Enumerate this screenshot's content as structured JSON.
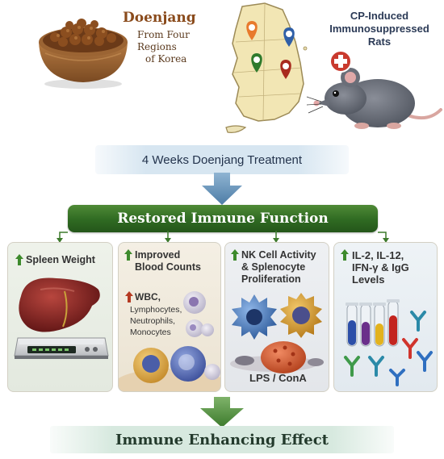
{
  "top": {
    "doenjang_title": "Doenjang",
    "doenjang_sub_line1": "From Four Regions",
    "doenjang_sub_line2": "of Korea",
    "rat_title_line1": "CP-Induced",
    "rat_title_line2": "Immunosuppressed",
    "rat_title_line3": "Rats"
  },
  "treatment_label": "4 Weeks Doenjang Treatment",
  "restored_label": "Restored Immune Function",
  "panels": {
    "spleen": {
      "label": "Spleen Weight"
    },
    "blood": {
      "label_line1": "Improved",
      "label_line2": "Blood Counts",
      "wbc": "WBC,",
      "cell_types": [
        "Lymphocytes,",
        "Neutrophils,",
        "Monocytes"
      ]
    },
    "nk": {
      "label_line1": "NK Cell Activity",
      "label_line2": "& Splenocyte",
      "label_line3": "Proliferation",
      "stimulants": "LPS / ConA"
    },
    "cytokines": {
      "label_line1": "IL-2, IL-12,",
      "label_line2": "IFN-γ & IgG",
      "label_line3": "Levels"
    }
  },
  "effect_label": "Immune Enhancing Effect",
  "colors": {
    "green_bar": "#2f6a22",
    "up_arrow": "#3d8a2c",
    "red_arrow": "#b53a22",
    "banner_blue": "#d7e6f1",
    "effect_green": "#d7e9df"
  },
  "pins": [
    "orange-pin",
    "blue-pin",
    "green-pin",
    "red-pin"
  ]
}
